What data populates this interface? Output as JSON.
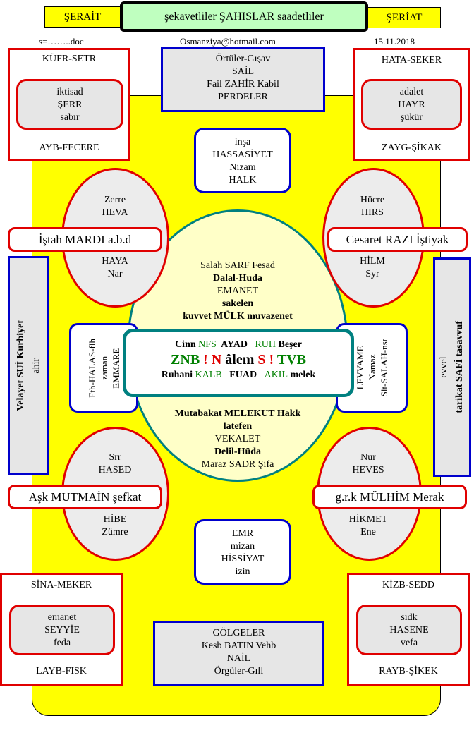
{
  "header": {
    "left_tab": "ŞERAİT",
    "center_title": "şekavetliler  ŞAHISLAR  saadetliler",
    "right_tab": "ŞERİAT",
    "file": "s=……..doc",
    "email": "Osmanziya@hotmail.com",
    "date": "15.11.2018"
  },
  "top_left": {
    "title": "KÜFR-SETR",
    "inner": [
      "iktisad",
      "ŞERR",
      "sabır"
    ],
    "bottom": "AYB-FECERE"
  },
  "top_right": {
    "title": "HATA-SEKER",
    "inner": [
      "adalet",
      "HAYR",
      "şükür"
    ],
    "bottom": "ZAYG-ŞİKAK"
  },
  "top_center": {
    "lines": [
      "Örtüler-Gışav",
      "SAİL",
      "Fail ZAHİR Kabil",
      "PERDELER"
    ]
  },
  "upper_middle": {
    "lines": [
      "inşa",
      "HASSASİYET",
      "Nizam",
      "HALK"
    ]
  },
  "oval_tl": {
    "top": [
      "Zerre",
      "HEVA"
    ],
    "bottom": [
      "HAYA",
      "Nar"
    ]
  },
  "oval_tr": {
    "top": [
      "Hücre",
      "HIRS"
    ],
    "bottom": [
      "HİLM",
      "Syr"
    ]
  },
  "oval_bl": {
    "top": [
      "Srr",
      "HASED"
    ],
    "bottom": [
      "HİBE",
      "Zümre"
    ]
  },
  "oval_br": {
    "top": [
      "Nur",
      "HEVES"
    ],
    "bottom": [
      "HİKMET",
      "Ene"
    ]
  },
  "pill_tl": "İştah  MARDI a.b.d",
  "pill_tr": "Cesaret  RAZI  İştiyak",
  "pill_bl": "Aşk MUTMAİN şefkat",
  "pill_br": "g.r.k  MÜLHİM Merak",
  "big_oval": {
    "upper": [
      "Salah SARF Fesad",
      "Dalal-Huda",
      "EMANET",
      "sakelen",
      "kuvvet   MÜLK muvazenet"
    ],
    "lower": [
      "Mutabakat MELEKUT  Hakk",
      "latefen",
      "VEKALET",
      "Delil-Hüda",
      "Maraz SADR Şifa"
    ]
  },
  "center": {
    "row1": {
      "a": "Cinn",
      "b": "NFS",
      "c": "AYAD",
      "d": "RUH",
      "e": "Beşer"
    },
    "row2": {
      "a": "ZNB",
      "b": "!",
      "c": "N",
      "d": "âlem",
      "e": "S",
      "f": "!",
      "g": "TVB"
    },
    "row3": {
      "a": "Ruhani",
      "b": "KALB",
      "c": "FUAD",
      "d": "AKIL",
      "e": "melek"
    }
  },
  "left_mid": {
    "lines": [
      "Fth-HALAS-flh",
      "zaman",
      "EMMARE"
    ]
  },
  "right_mid": {
    "lines": [
      "LEVVAME",
      "Namaz",
      "Slt-SALAH-nsr"
    ]
  },
  "left_bar": {
    "line1": "Velayet     SUİ   Kurbiyet",
    "line2": "ahir"
  },
  "right_bar": {
    "line1": "evvel",
    "line2": "tarikat   SAFİ tasavvuf"
  },
  "lower_middle": {
    "lines": [
      "EMR",
      "mizan",
      "HİSSİYAT",
      "izin"
    ]
  },
  "bottom_center": {
    "lines": [
      "GÖLGELER",
      "Kesb BATIN  Vehb",
      "NAİL",
      "Örgüler-Gıll"
    ]
  },
  "bottom_left": {
    "title": "SİNA-MEKER",
    "inner": [
      "emanet",
      "SEYYİE",
      "feda"
    ],
    "bottom": "LAYB-FISK"
  },
  "bottom_right": {
    "title": "KİZB-SEDD",
    "inner": [
      "sıdk",
      "HASENE",
      "vefa"
    ],
    "bottom": "RAYB-ŞİKEK"
  },
  "colors": {
    "red": "#e00000",
    "blue": "#0000cc",
    "yellow": "#ffff00",
    "teal": "#008080",
    "green": "#008000",
    "grey": "#e6e6e6"
  }
}
